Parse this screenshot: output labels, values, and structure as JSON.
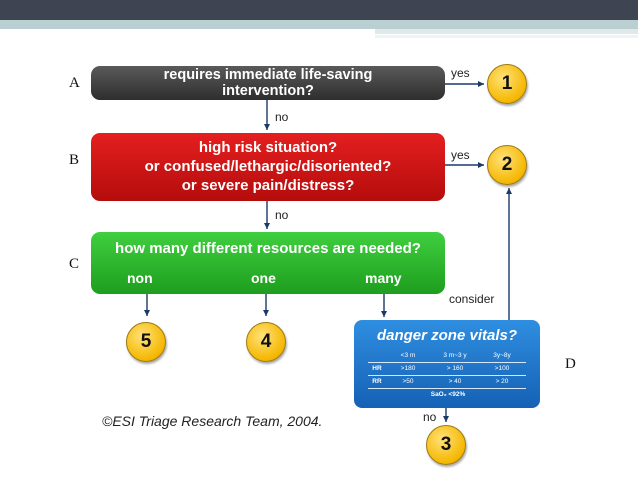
{
  "side_labels": {
    "a": "A",
    "b": "B",
    "c": "C",
    "d": "D"
  },
  "box_a": {
    "line1": "requires immediate life-saving",
    "line2": "intervention?"
  },
  "box_b": {
    "line1": "high risk situation?",
    "line2": "or confused/lethargic/disoriented?",
    "line3": "or severe pain/distress?"
  },
  "box_c": {
    "question": "how many different resources are needed?",
    "opt_none": "non",
    "opt_one": "one",
    "opt_many": "many"
  },
  "box_d": {
    "title": "danger zone vitals?",
    "header": [
      "",
      "<3 m",
      "3 m~3 y",
      "3y~8y"
    ],
    "rows": [
      [
        "HR",
        ">180",
        "> 160",
        ">100"
      ],
      [
        "RR",
        ">50",
        "> 40",
        "> 20"
      ]
    ],
    "sao2": "SaO₂  <92%"
  },
  "levels": {
    "l1": "1",
    "l2": "2",
    "l3": "3",
    "l4": "4",
    "l5": "5"
  },
  "edge_labels": {
    "yes_a": "yes",
    "yes_b": "yes",
    "no_a": "no",
    "no_b": "no",
    "no_d": "no",
    "consider": "consider"
  },
  "credit": "©ESI Triage Research Team, 2004."
}
